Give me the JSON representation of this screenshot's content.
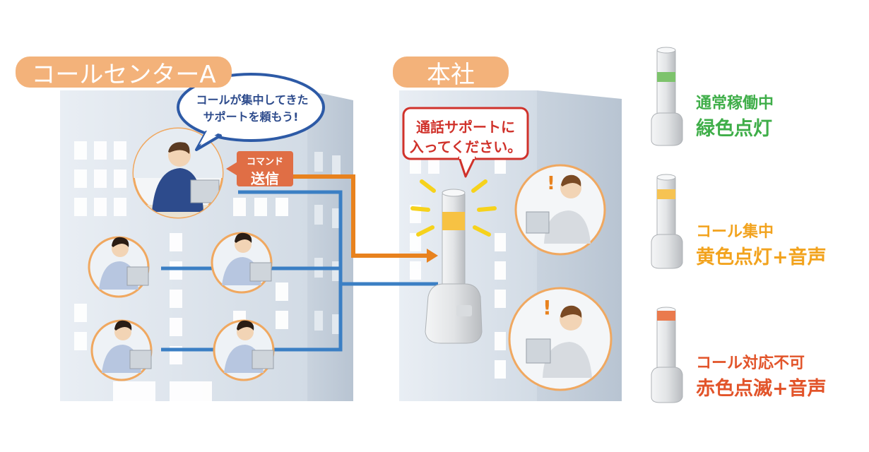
{
  "labels": {
    "call_center": "コールセンターA",
    "headquarters": "本社"
  },
  "bubbles": {
    "call_center_line1": "コールが集中してきた",
    "call_center_line2": "サポートを頼もう!",
    "hq_line1": "通話サポートに",
    "hq_line2": "入ってください。"
  },
  "command": {
    "line1": "コマンド",
    "line2": "送信"
  },
  "legend": [
    {
      "line1": "通常稼働中",
      "line2": "緑色点灯",
      "color": "#3fae49",
      "lamp_color": "#7dc36c"
    },
    {
      "line1": "コール集中",
      "line2": "黄色点灯+音声",
      "color": "#f2a31e",
      "lamp_color": "#f6c352"
    },
    {
      "line1": "コール対応不可",
      "line2": "赤色点滅+音声",
      "color": "#e2542a",
      "lamp_color": "#ea7a4d"
    }
  ],
  "colors": {
    "accent_orange": "#e8821e",
    "line_blue": "#3b7fc4",
    "building": "#cfd8e2",
    "pill": "#f3b27a"
  },
  "icons": [
    "building",
    "operator-headset",
    "supervisor",
    "signal-tower",
    "exclamation"
  ]
}
